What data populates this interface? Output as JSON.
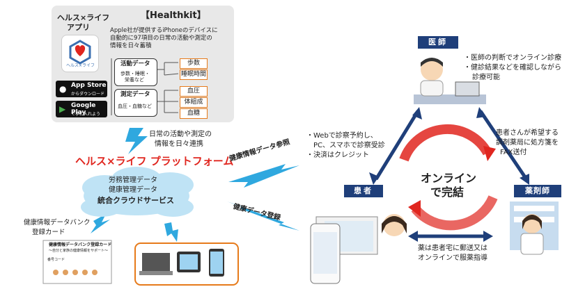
{
  "app": {
    "name_line1": "ヘルス×ライフ",
    "name_line2": "アプリ",
    "icon_caption": "ヘルス×ライフ",
    "app_store": {
      "big": "App Store",
      "small": "からダウンロード"
    },
    "google_play": {
      "big": "Google Play",
      "small": "で手に入れよう"
    }
  },
  "healthkit": {
    "title": "【Healthkit】",
    "desc_line1": "Apple社が提供するiPhoneのデバイスに",
    "desc_line2": "自動的に97項目の日常の活動や測定の",
    "desc_line3": "情報を日々蓄積",
    "activity": {
      "title": "活動データ",
      "sub1": "歩数・睡眠・",
      "sub2": "栄養など",
      "items": [
        "歩数",
        "睡眠時間"
      ]
    },
    "measure": {
      "title": "測定データ",
      "sub": "血圧・血糖など",
      "items": [
        "血圧",
        "体組成",
        "血糖"
      ]
    }
  },
  "labels": {
    "daily_sync_line1": "日常の活動や測定の",
    "daily_sync_line2": "情報を日々連携",
    "platform": "ヘルス×ライフ プラットフォーム",
    "cloud_line1": "労務管理データ",
    "cloud_line2": "健康管理データ",
    "cloud_line3": "統合クラウドサービス",
    "data_bank_line1": "健康情報データバンク",
    "data_bank_line2": "登録カード",
    "card_title": "健康情報データバンク登録カード",
    "card_sub": "〜自分と家族の健康情報をサポート〜",
    "card_number": "番号コード",
    "health_ref": "健康情報データ参照",
    "health_reg": "健康データ登録",
    "patient_web_line1": "・Webで診察予約し、",
    "patient_web_line2": "PC、スマホで診察受診",
    "patient_web_line3": "・決済はクレジット",
    "doctor_role": "医師",
    "doctor_line1": "・医師の判断でオンライン診療",
    "doctor_line2": "・健診結果などを確認しながら",
    "doctor_line3": "診療可能",
    "patient_role": "患者",
    "pharmacist_role": "薬剤師",
    "pharm_line1": "患者さんが希望する",
    "pharm_line2": "調剤薬局に処方箋を",
    "pharm_line3": "FAX送付",
    "online_line1": "オンライン",
    "online_line2": "で完結",
    "delivery_line1": "薬は患者宅に郵送又は",
    "delivery_line2": "オンラインで服薬指導"
  },
  "colors": {
    "navy": "#1f3f7a",
    "orange": "#e67a1a",
    "red": "#e0261f",
    "lightning": "#2fa8df",
    "cloud": "#bfe3f5"
  }
}
